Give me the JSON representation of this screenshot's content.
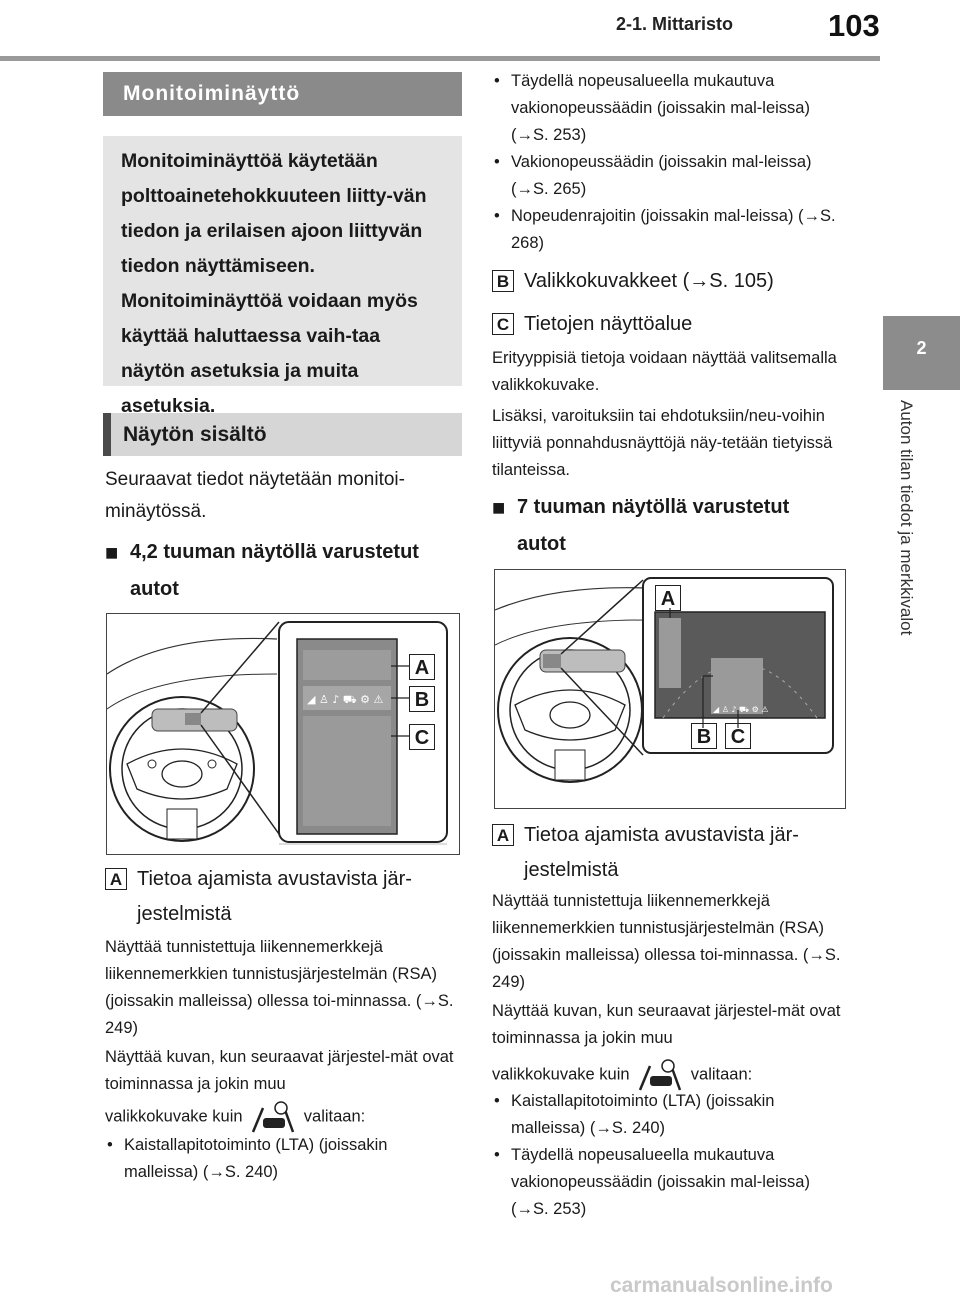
{
  "header": {
    "section": "2-1. Mittaristo",
    "page_number": "103"
  },
  "side_tab": {
    "chapter_number": "2",
    "chapter_title": "Auton tilan tiedot ja merkkivalot"
  },
  "left": {
    "title": "Monitoiminäyttö",
    "intro": "Monitoiminäyttöä käytetään polttoainetehokkuuteen liitty-vän tiedon ja erilaisen ajoon liittyvän tiedon näyttämiseen. Monitoiminäyttöä voidaan myös käyttää haluttaessa vaih-taa näytön asetuksia ja muita asetuksia.",
    "contents_title": "Näytön sisältö",
    "contents_text": "Seuraavat tiedot näytetään monitoi-minäytössä.",
    "sub1_marker": "■",
    "sub1_title": "4,2 tuuman näytöllä varustetut autot",
    "fig_labels": [
      "A",
      "B",
      "C"
    ],
    "label_a": "A",
    "label_a_text": "Tietoa ajamista avustavista jär-jestelmistä",
    "p1": "Näyttää tunnistettuja liikennemerkkejä liikennemerkkien tunnistusjärjestelmän (RSA) (joissakin malleissa) ollessa toi-minnassa. (→S. 249)",
    "p2": "Näyttää kuvan, kun seuraavat järjestel-mät ovat toiminnassa ja jokin muu",
    "p3a": "valikkokuvake kuin",
    "p3b": "valitaan:",
    "bullets": [
      "Kaistallapitotoiminto (LTA) (joissakin malleissa) (→S. 240)"
    ]
  },
  "right": {
    "bullets_top": [
      "Täydellä nopeusalueella mukautuva vakionopeussäädin (joissakin mal-leissa) (→S. 253)",
      "Vakionopeussäädin (joissakin mal-leissa) (→S. 265)",
      "Nopeudenrajoitin (joissakin mal-leissa) (→S. 268)"
    ],
    "label_b": "B",
    "label_b_text": "Valikkokuvakkeet (→S. 105)",
    "label_c": "C",
    "label_c_text": "Tietojen näyttöalue",
    "p_c1": "Erityyppisiä tietoja voidaan näyttää valitsemalla valikkokuvake.",
    "p_c2": "Lisäksi, varoituksiin tai ehdotuksiin/neu-voihin liittyviä ponnahdusnäyttöjä näy-tetään tietyissä tilanteissa.",
    "sub2_marker": "■",
    "sub2_title": "7 tuuman näytöllä varustetut autot",
    "fig_labels": [
      "A",
      "B",
      "C"
    ],
    "label_a": "A",
    "label_a_text": "Tietoa ajamista avustavista jär-jestelmistä",
    "p1": "Näyttää tunnistettuja liikennemerkkejä liikennemerkkien tunnistusjärjestelmän (RSA) (joissakin malleissa) ollessa toi-minnassa. (→S. 249)",
    "p2": "Näyttää kuvan, kun seuraavat järjestel-mät ovat toiminnassa ja jokin muu",
    "p3a": "valikkokuvake kuin",
    "p3b": "valitaan:",
    "bullets_bottom": [
      "Kaistallapitotoiminto (LTA) (joissakin malleissa) (→S. 240)",
      "Täydellä nopeusalueella mukautuva vakionopeussäädin (joissakin mal-leissa) (→S. 253)"
    ]
  },
  "watermark": "carmanualsonline.info"
}
